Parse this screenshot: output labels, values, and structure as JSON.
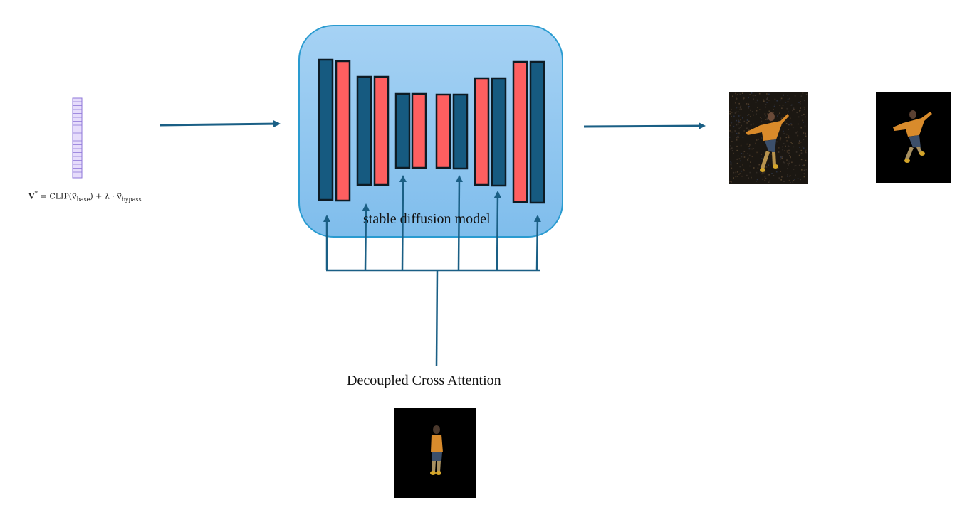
{
  "formula": {
    "lhs": "V",
    "star": "*",
    "eq": " = CLIP(",
    "vbase": "v⃗",
    "base_sub": "base",
    "mid": ") + λ · ",
    "vbypass": "v⃗",
    "bypass_sub": "bypass"
  },
  "model_label": "stable diffusion model",
  "decoupled_label": "Decoupled Cross Attention",
  "colors": {
    "dark_block": "#165a80",
    "red_block": "#fe5f60",
    "box_fill": "#8ec5ef",
    "box_stroke": "#2a9bd0",
    "arrow": "#1a5f85",
    "token_fill": "#e6dcfb",
    "token_stroke": "#8e76d8"
  },
  "images": [
    {
      "name": "noisy-output-image",
      "style": "noisy"
    },
    {
      "name": "clean-output-image",
      "style": "clean"
    },
    {
      "name": "reference-pose-image",
      "style": "reference"
    }
  ]
}
